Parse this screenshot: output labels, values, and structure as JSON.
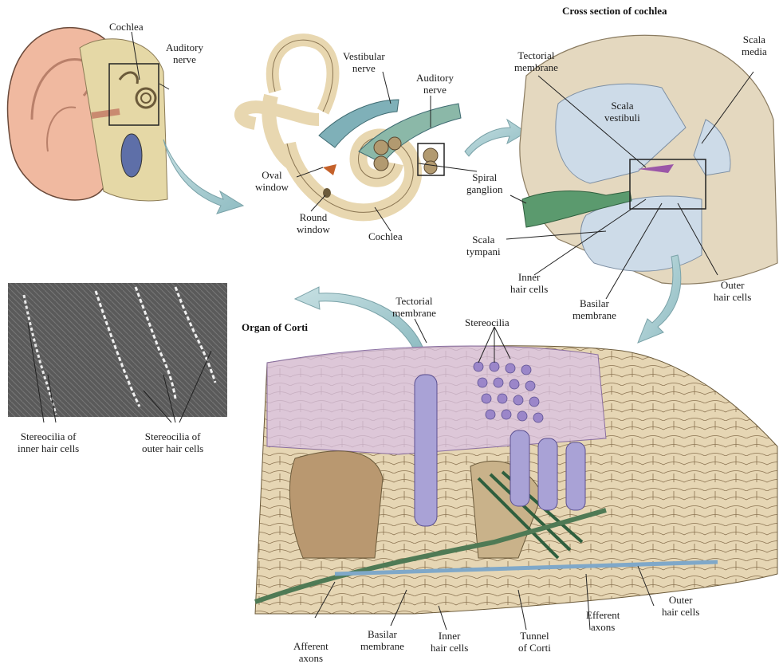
{
  "titles": {
    "cross_section": "Cross section of cochlea",
    "organ_of_corti": "Organ of Corti"
  },
  "labels": {
    "cochlea_top": "Cochlea",
    "auditory_nerve_1": "Auditory\nnerve",
    "vestibular_nerve": "Vestibular\nnerve",
    "auditory_nerve_2": "Auditory\nnerve",
    "oval_window": "Oval\nwindow",
    "round_window": "Round\nwindow",
    "cochlea_mid": "Cochlea",
    "spiral_ganglion": "Spiral\nganglion",
    "tectorial_membrane_1": "Tectorial\nmembrane",
    "scala_vestibuli": "Scala\nvestibuli",
    "scala_media": "Scala\nmedia",
    "scala_tympani": "Scala\ntympani",
    "inner_hair_cells_1": "Inner\nhair cells",
    "basilar_membrane_1": "Basilar\nmembrane",
    "outer_hair_cells_1": "Outer\nhair cells",
    "tectorial_membrane_2": "Tectorial\nmembrane",
    "stereocilia": "Stereocilia",
    "stereocilia_inner": "Stereocilia of\ninner hair cells",
    "stereocilia_outer": "Stereocilia of\nouter hair cells",
    "afferent_axons": "Afferent\naxons",
    "basilar_membrane_2": "Basilar\nmembrane",
    "inner_hair_cells_2": "Inner\nhair cells",
    "tunnel_of_corti": "Tunnel\nof Corti",
    "efferent_axons": "Efferent\naxons",
    "outer_hair_cells_2": "Outer\nhair cells"
  },
  "colors": {
    "bone": "#e9dcc0",
    "tissue": "#d9c4a0",
    "nerve_blue": "#7fb0b8",
    "nerve_green": "#5b9a6e",
    "hair_cell": "#a9a2d6",
    "membrane": "#d9c2e4",
    "fluid": "#cddbe8",
    "arrow": "#a9cdd2"
  }
}
